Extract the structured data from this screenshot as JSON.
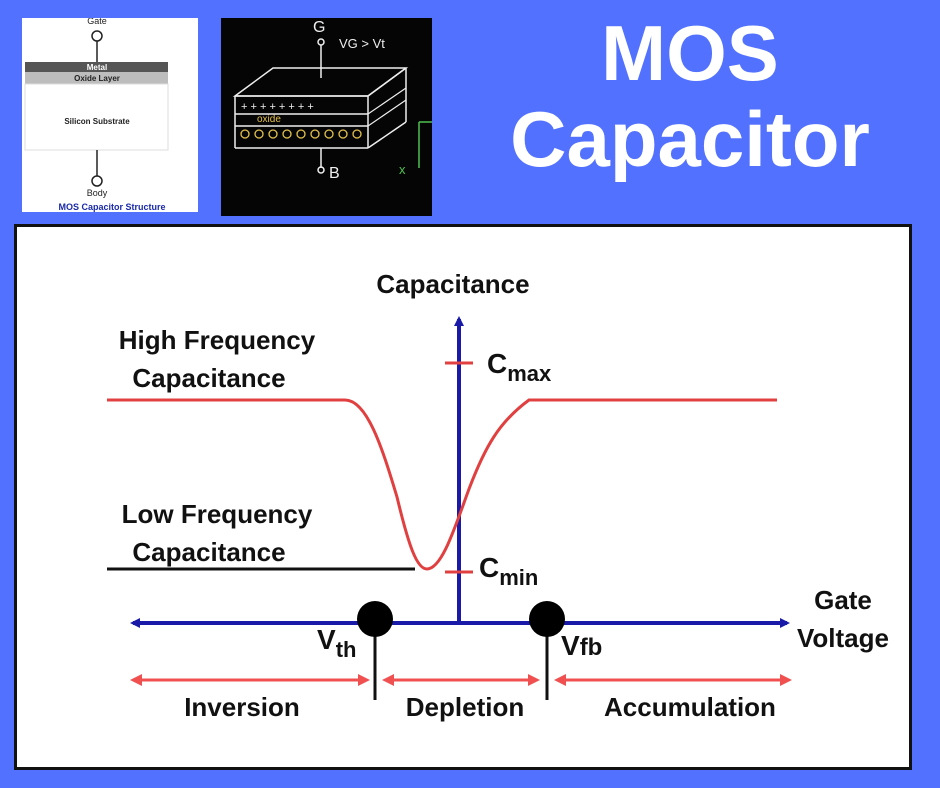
{
  "title": {
    "line1": "MOS",
    "line2": "Capacitor"
  },
  "structure_thumb": {
    "gate": "Gate",
    "metal": "Metal",
    "oxide": "Oxide Layer",
    "substrate": "Silicon Substrate",
    "body": "Body",
    "caption": "MOS Capacitor Structure"
  },
  "sketch_thumb": {
    "g_label": "G",
    "condition": "VG > Vt",
    "plus_row": "+ + + + + + + +",
    "oxide_label": "oxide",
    "b_label": "B",
    "x_label": "x"
  },
  "diagram": {
    "y_axis_label": "Capacitance",
    "x_axis_label_1": "Gate",
    "x_axis_label_2": "Voltage",
    "hf_label_1": "High Frequency",
    "hf_label_2": "Capacitance",
    "lf_label_1": "Low Frequency",
    "lf_label_2": "Capacitance",
    "cmax_main": "C",
    "cmax_sub": "max",
    "cmin_main": "C",
    "cmin_sub": "min",
    "vth_main": "V",
    "vth_sub": "th",
    "vfb_main": "V",
    "vfb_sub": "fb",
    "region_inversion": "Inversion",
    "region_depletion": "Depletion",
    "region_accumulation": "Accumulation"
  },
  "colors": {
    "background": "#5271ff",
    "axis": "#1a1aa8",
    "hf_curve": "#e04040",
    "region_arrow": "#f05050",
    "lf_line": "#111111"
  }
}
